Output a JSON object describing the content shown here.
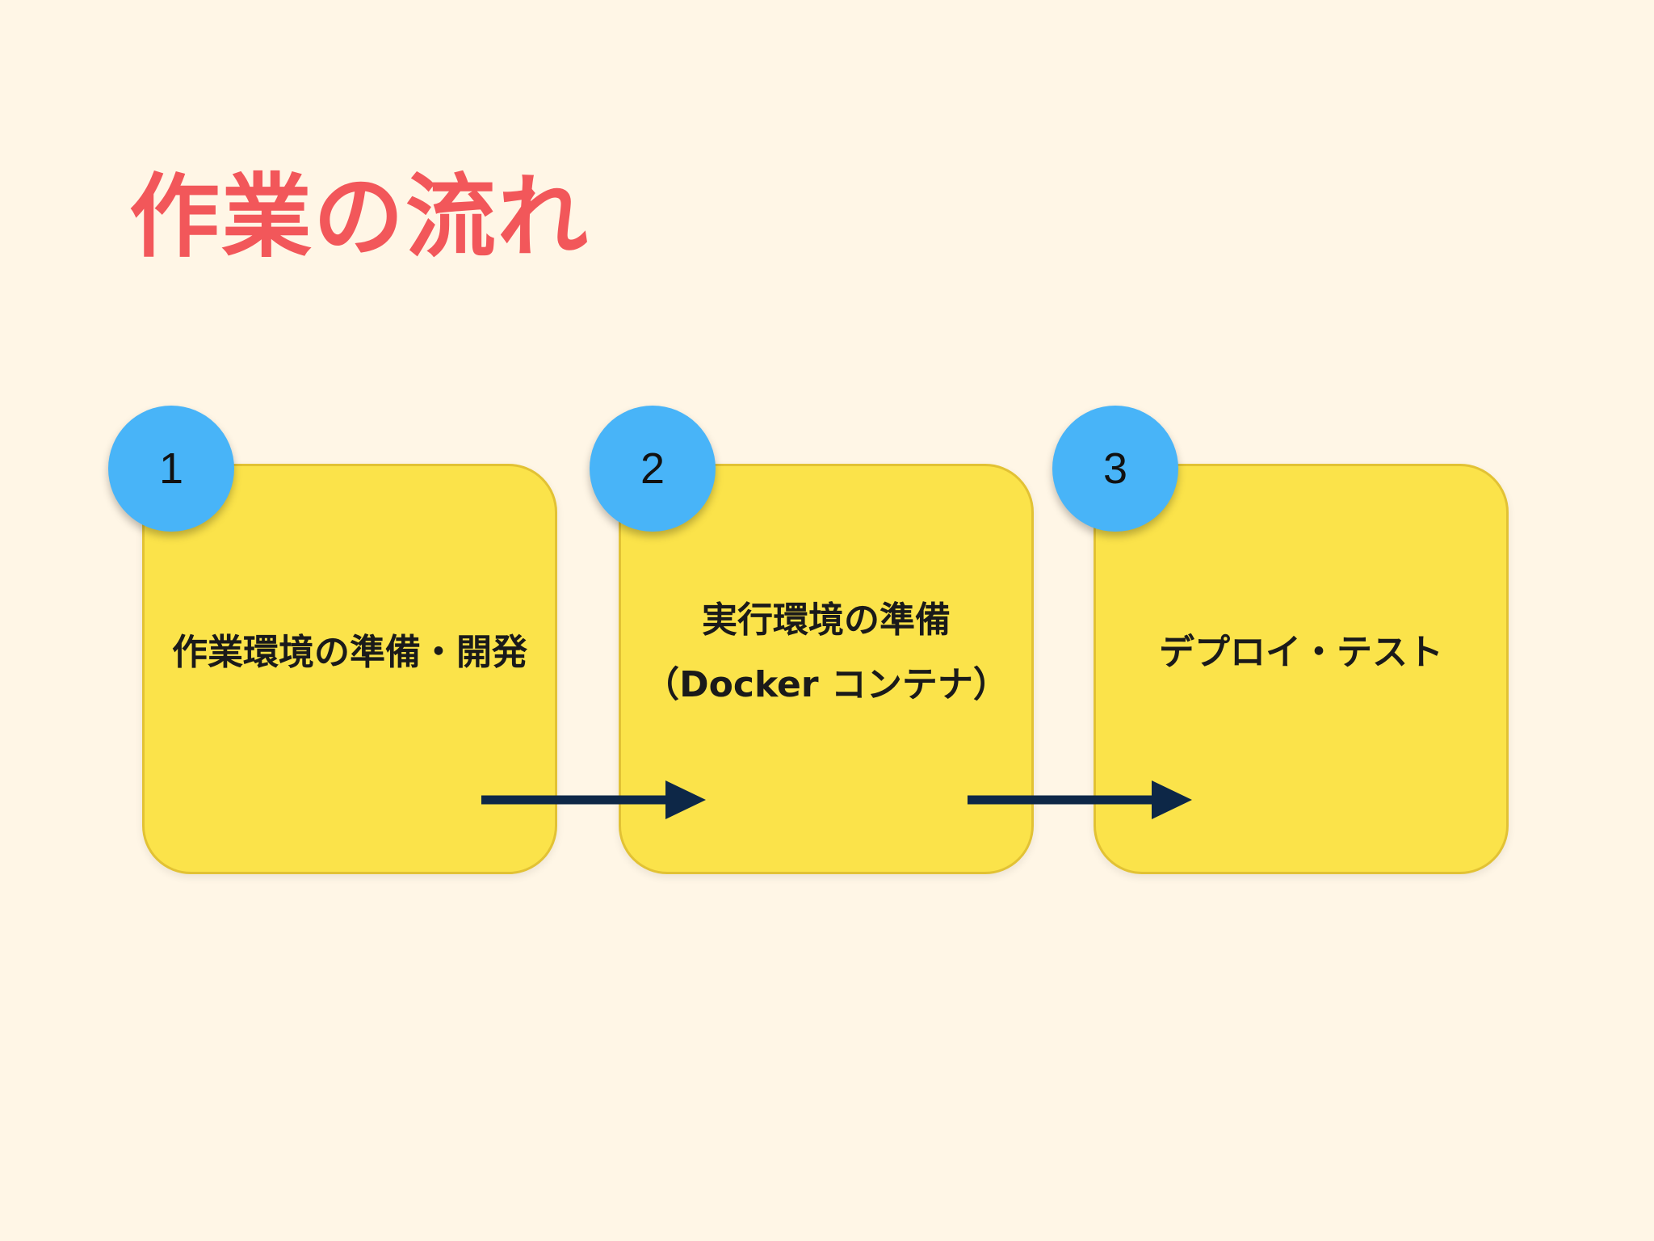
{
  "slide": {
    "title": "作業の流れ"
  },
  "steps": [
    {
      "number": "1",
      "label": "作業環境の準備・開発"
    },
    {
      "number": "2",
      "label": "実行環境の準備\n（Docker コンテナ）"
    },
    {
      "number": "3",
      "label": "デプロイ・テスト"
    }
  ],
  "colors": {
    "background": "#fff6e6",
    "title": "#f2575a",
    "box_fill": "#fbe34a",
    "box_border": "#e2c234",
    "badge": "#48b4f8",
    "arrow": "#0d2747"
  }
}
